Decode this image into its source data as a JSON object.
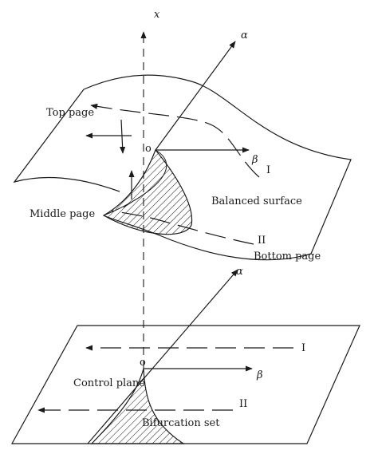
{
  "labels": {
    "axis_x": "x",
    "axis_alpha_top": "α",
    "axis_beta_top": "β",
    "origin_top": "o",
    "top_page": "Top page",
    "middle_page": "Middle page",
    "bottom_page": "Bottom page",
    "balanced_surface": "Balanced surface",
    "path_I_top": "I",
    "path_II_top": "II",
    "axis_alpha_bottom": "α",
    "axis_beta_bottom": "β",
    "origin_bottom": "o",
    "control_plane": "Control plane",
    "bifurcation_set": "Bifurcation set",
    "path_I_bottom": "I",
    "path_II_bottom": "II"
  }
}
